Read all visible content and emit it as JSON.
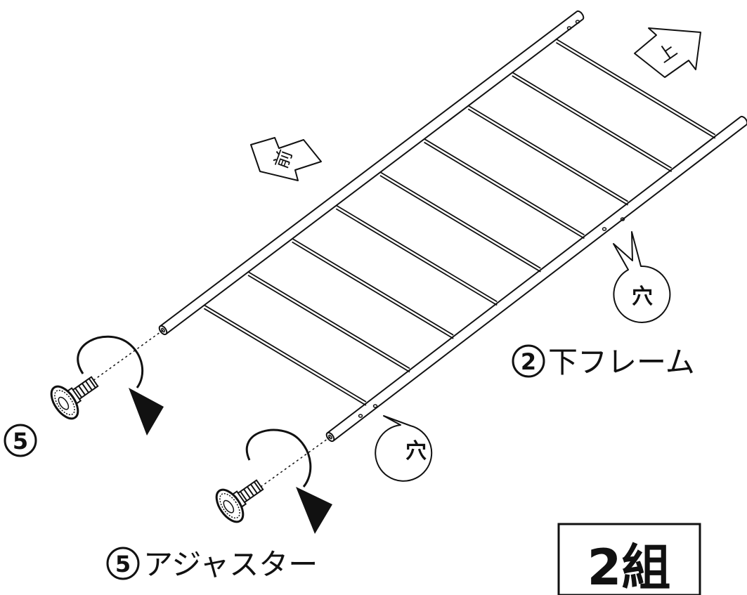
{
  "labels": {
    "direction_up": "上",
    "direction_front": "前",
    "hole_right": "穴",
    "hole_bottom": "穴",
    "frame_number": "2",
    "frame_name": "下フレーム",
    "adjuster_left_number": "5",
    "adjuster_number": "5",
    "adjuster_name": "アジャスター",
    "quantity": "2組"
  },
  "colors": {
    "line": "#111111",
    "background": "#ffffff"
  },
  "icons": {
    "rotation_arrow": "clockwise-arrow-icon",
    "adjuster_bolt": "thumb-screw-icon",
    "direction_arrow": "outline-arrow-icon",
    "callout": "speech-bubble-icon"
  }
}
